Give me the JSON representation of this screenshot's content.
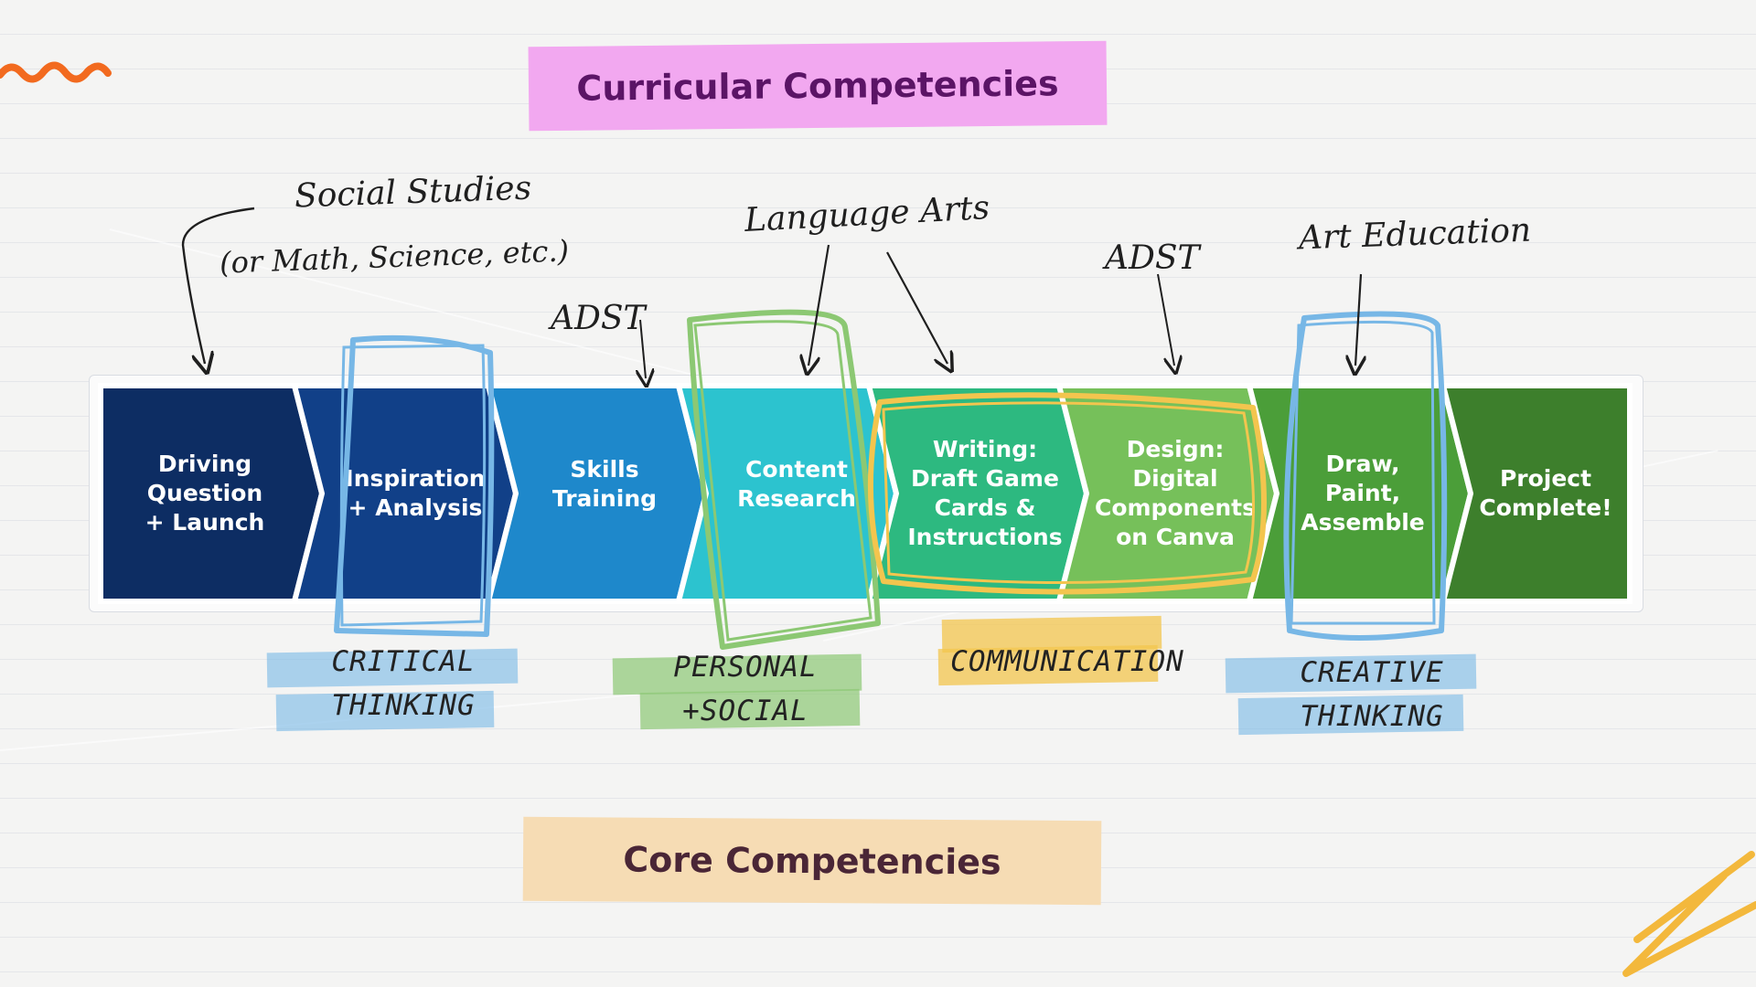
{
  "titles": {
    "curricular": "Curricular Competencies",
    "core": "Core Competencies"
  },
  "annotations": {
    "social_studies": "Social Studies",
    "social_studies_note": "(or Math, Science, etc.)",
    "language_arts": "Language Arts",
    "adst_1": "ADST",
    "adst_2": "ADST",
    "art_education": "Art Education"
  },
  "steps": [
    {
      "label": "Driving\nQuestion\n+ Launch",
      "color": "#0d2d63"
    },
    {
      "label": "Inspiration\n+ Analysis",
      "color": "#114088"
    },
    {
      "label": "Skills\nTraining",
      "color": "#1e88cb"
    },
    {
      "label": "Content\nResearch",
      "color": "#2cc3cf"
    },
    {
      "label": "Writing:\nDraft Game\nCards &\nInstructions",
      "color": "#2db980"
    },
    {
      "label": "Design:\nDigital\nComponents\non Canva",
      "color": "#76c05a"
    },
    {
      "label": "Draw,\nPaint,\nAssemble",
      "color": "#4b9e39"
    },
    {
      "label": "Project\nComplete!",
      "color": "#3d7f2c"
    }
  ],
  "competencies": {
    "critical": "CRITICAL\nTHINKING",
    "personal": "PERSONAL\n+SOCIAL",
    "communication": "COMMUNICATION",
    "creative": "CREATIVE\nTHINKING"
  },
  "colors": {
    "highlight_blue": "#77b7e6",
    "highlight_green": "#8cc873",
    "highlight_yellow": "#f3c54e",
    "accent_orange": "#f26a1f"
  }
}
